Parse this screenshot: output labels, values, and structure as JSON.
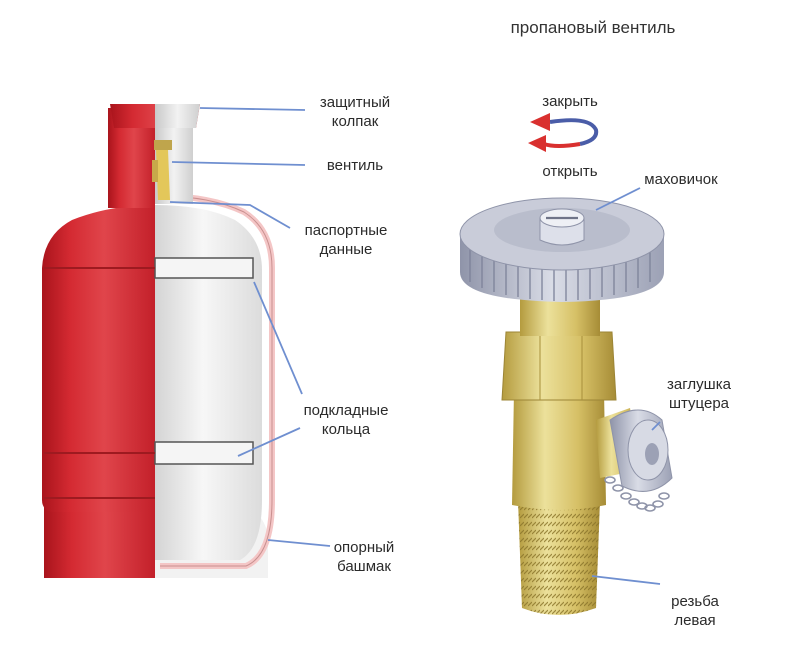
{
  "title": "пропановый вентиль",
  "cylinder_labels": {
    "protective_cap": [
      "защитный",
      "колпак"
    ],
    "valve": "вентиль",
    "passport_data": [
      "паспортные",
      "данные"
    ],
    "support_rings": [
      "подкладные",
      "кольца"
    ],
    "support_shoe": [
      "опорный",
      "башмак"
    ]
  },
  "valve_labels": {
    "close": "закрыть",
    "open": "открыть",
    "handwheel": "маховичок",
    "fitting_plug": [
      "заглушка",
      "штуцера"
    ],
    "left_thread": [
      "резьба",
      "левая"
    ]
  },
  "colors": {
    "cylinder_red": "#d42a32",
    "cylinder_white": "#ededed",
    "valve_brass": "#d9c468",
    "handwheel_gray": "#aeb3c6",
    "leader_line": "#6f8fd0",
    "arrow_red": "#d9302f",
    "arrow_blue": "#4a5da8",
    "text": "#2b2b2b"
  }
}
